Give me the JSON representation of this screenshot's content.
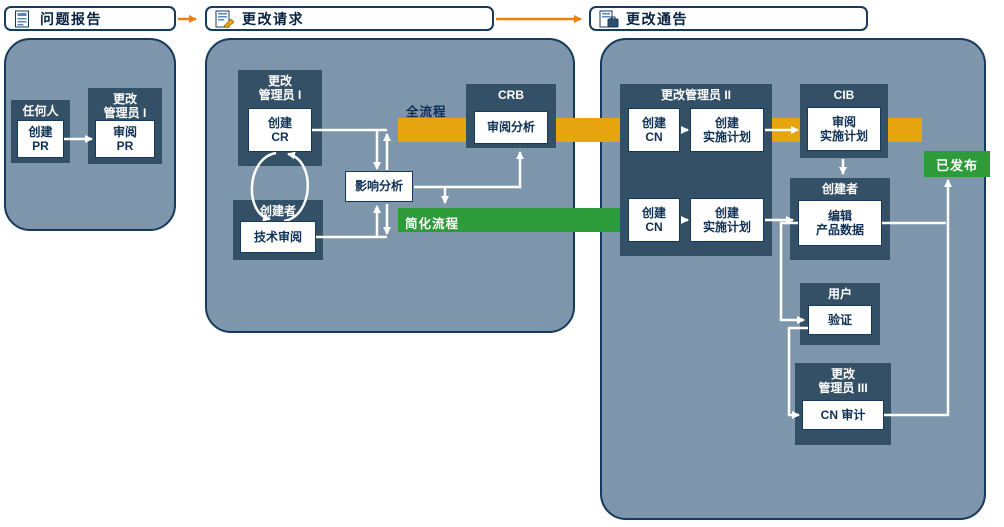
{
  "colors": {
    "panel-fill": "#7E96AB",
    "panel-border": "#16395E",
    "dark-box": "#335066",
    "band-yellow": "#E6A40E",
    "band-green": "#2E9B3A",
    "released-green": "#2E9B3A",
    "connector-orange": "#E8820A"
  },
  "tabs": [
    {
      "id": "problem-report",
      "label": "问题报告"
    },
    {
      "id": "change-request",
      "label": "更改请求"
    },
    {
      "id": "change-notice",
      "label": "更改通告"
    }
  ],
  "bands": {
    "full": "全流程",
    "simplified": "简化流程"
  },
  "released": "已发布",
  "p1": {
    "anyone": {
      "role": "任何人",
      "task": "创建\nPR"
    },
    "cm1": {
      "role": "更改\n管理员 I",
      "task": "审阅\nPR"
    }
  },
  "p2": {
    "cm1": {
      "role": "更改\n管理员 I",
      "task": "创建\nCR"
    },
    "creator": {
      "role": "创建者",
      "task": "技术审阅"
    },
    "impact": "影响分析",
    "crb": {
      "role": "CRB",
      "task": "审阅分析"
    }
  },
  "p3": {
    "cm2": {
      "role": "更改管理员 II",
      "task_cn": "创建\nCN",
      "task_plan": "创建\n实施计划"
    },
    "cib": {
      "role": "CIB",
      "task": "审阅\n实施计划"
    },
    "creator": {
      "role": "创建者",
      "task": "编辑\n产品数据"
    },
    "user": {
      "role": "用户",
      "task": "验证"
    },
    "cm3": {
      "role": "更改\n管理员 III",
      "task": "CN 审计"
    }
  }
}
